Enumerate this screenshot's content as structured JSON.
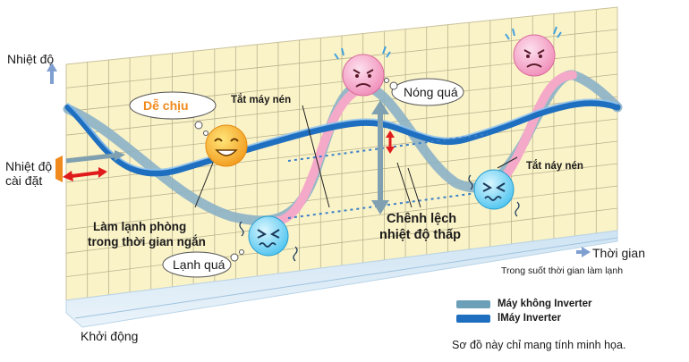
{
  "axes": {
    "y_label": "Nhiệt độ",
    "x_label": "Thời gian",
    "set_temp_label_1": "Nhiệt độ",
    "set_temp_label_2": "cài đặt",
    "start_label": "Khởi động",
    "subtitle": "Trong suốt thời gian làm lạnh"
  },
  "annotations": {
    "comfortable": "Dễ chịu",
    "compressor_off_1": "Tắt máy nén",
    "too_hot": "Nóng quá",
    "compressor_off_2": "Tắt náy nén",
    "too_cold": "Lạnh quá",
    "fast_cooling_1": "Làm lạnh phòng",
    "fast_cooling_2": "trong thời gian ngắn",
    "low_diff_1": "Chênh lệch",
    "low_diff_2": "nhiệt độ thấp"
  },
  "legend": [
    {
      "label": "Máy không Inverter",
      "color": "#6c9fb8"
    },
    {
      "label": "lMáy Inverter",
      "color": "#1f6fc0"
    }
  ],
  "footnote": "Sơ đồ này chỉ mang tính minh họa.",
  "colors": {
    "grid_bg": "#fbf3c8",
    "grid_line": "#b8b38e",
    "inverter": "#1f6fc0",
    "non_inverter": "#8cb2c6",
    "pink_segment": "#f4a9c8",
    "arrow_red": "#e01b1b",
    "arrow_axis": "#7f9fd0"
  },
  "icons": [
    "happy-face-icon",
    "hot-face-icon",
    "cold-face-icon"
  ]
}
